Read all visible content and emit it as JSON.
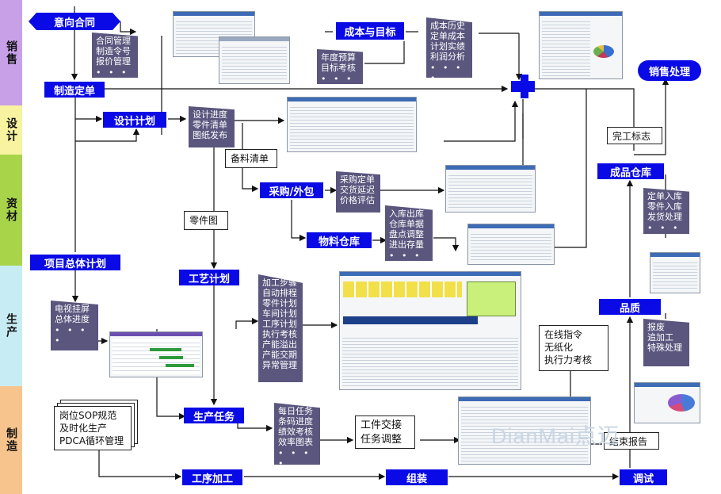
{
  "lanes": {
    "sales": "销售",
    "design": "设计",
    "material": "资材",
    "production": "生产",
    "manufacture": "制造"
  },
  "nodes": {
    "intent_contract": "意向合同",
    "cost_target": "成本与目标",
    "sales_processing": "销售处理",
    "manufacturing_order": "制造定单",
    "design_plan": "设计计划",
    "purchase_outsource": "采购/外包",
    "material_warehouse": "物料仓库",
    "finished_warehouse": "成品仓库",
    "overall_plan": "项目总体计划",
    "process_plan": "工艺计划",
    "quality": "品质",
    "production_task": "生产任务",
    "process_machining": "工序加工",
    "assembly": "组装",
    "debugging": "调试"
  },
  "notes": {
    "contract": [
      "合同管理",
      "制造令号",
      "报价管理"
    ],
    "budget": [
      "年度预算",
      "目标考核"
    ],
    "cost_history": [
      "成本历史",
      "定单成本",
      "计划实绩",
      "利润分析"
    ],
    "design_progress": [
      "设计进度",
      "零件清单",
      "图纸发布"
    ],
    "purchase": [
      "采购定单",
      "交货延迟",
      "价格评估"
    ],
    "warehouse": [
      "入库出库",
      "仓库单据",
      "盘点调整",
      "进出存量"
    ],
    "finished": [
      "定单入库",
      "零件入库",
      "发货处理"
    ],
    "tv_screen": [
      "电视挂屏",
      "总体进度"
    ],
    "process": [
      "加工步骤",
      "自动排程",
      "零件计划",
      "车间计划",
      "工序计划",
      "执行考核",
      "产能溢出",
      "产能交期",
      "异常管理"
    ],
    "quality": [
      "报废",
      "追加工",
      "特殊处理"
    ],
    "daily": [
      "每日任务",
      "条码进度",
      "绩效考核",
      "效率图表"
    ]
  },
  "dots": "• • • •",
  "docs": {
    "stock_list": "备料清单",
    "parts_drawing": "零件图",
    "completion_flag": "完工标志",
    "online_instruction": [
      "在线指令",
      "无纸化",
      "执行力考核"
    ],
    "sop": [
      "岗位SOP规范",
      "及时化生产",
      "PDCA循环管理"
    ],
    "handover": [
      "工件交接",
      "任务调整"
    ],
    "end_report": "结束报告"
  },
  "watermark": "DianMai点迈",
  "colors": {
    "node_blue": "#0a0ae6",
    "note_purple": "#5a567e",
    "sales": "#c8a0e8",
    "design": "#f7f3a0",
    "material": "#a8d44a",
    "production": "#c8ecf4",
    "manufacture": "#f6c48c"
  }
}
